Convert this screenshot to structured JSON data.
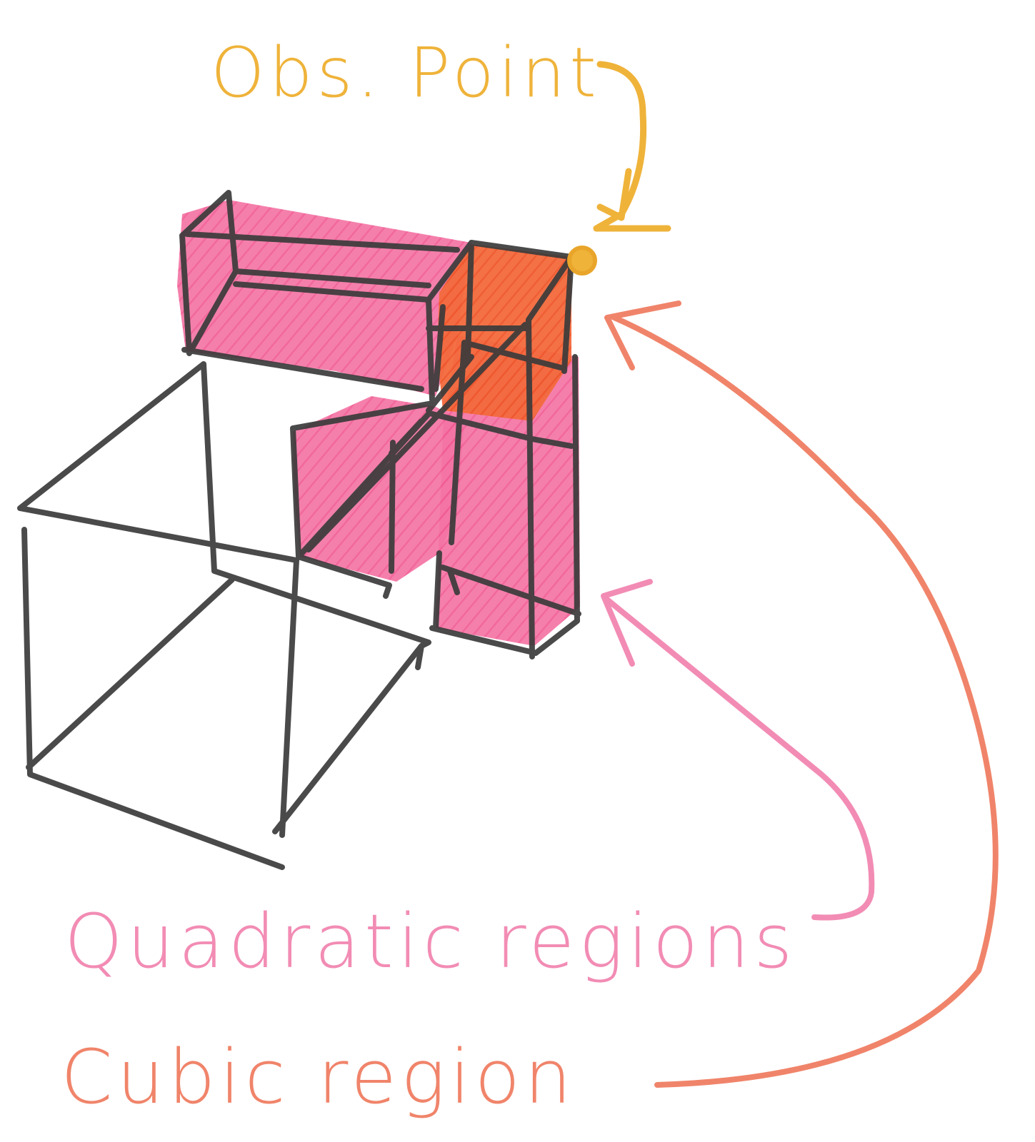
{
  "labels": {
    "obs_point": "Obs. Point",
    "quadratic_regions": "Quadratic regions",
    "cubic_region": "Cubic region"
  },
  "colors": {
    "background": "#ffffff",
    "ink": "#3b3b3b",
    "quadratic_fill": "#f2669a",
    "quadratic_label": "#f28cb4",
    "cubic_fill": "#f2622e",
    "cubic_label": "#f0846a",
    "obs_point": "#efb33a"
  },
  "icons": {
    "observation_marker": "obs-point-marker",
    "pointer_arrows": "curved-arrow"
  }
}
